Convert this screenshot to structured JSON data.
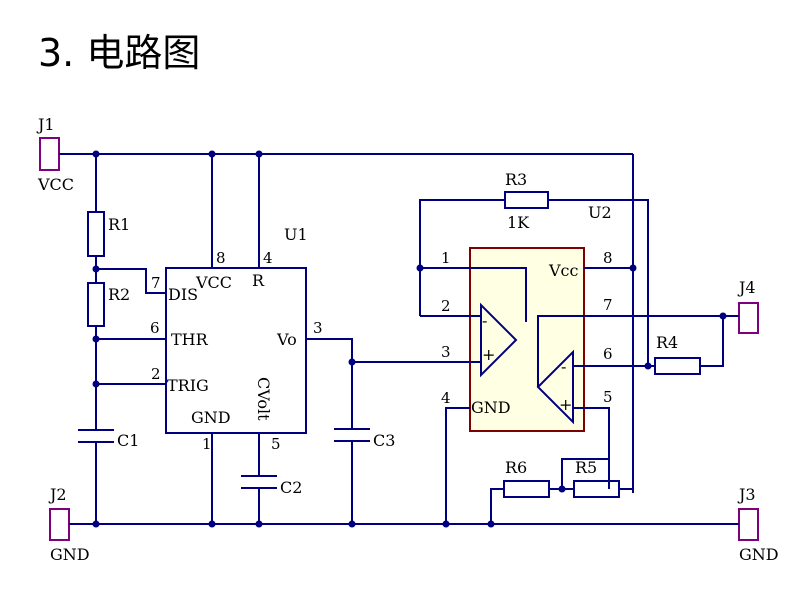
{
  "heading": "3. 电路图",
  "colors": {
    "wire": "#00007f",
    "connector": "#7f007f",
    "ic_outline": "#7f0000",
    "ic_fill": "#ffffe4",
    "text": "#000000"
  },
  "labels": {
    "j1": "J1",
    "j1_net": "VCC",
    "j2": "J2",
    "j2_net": "GND",
    "j3": "J3",
    "j3_net": "GND",
    "j4": "J4",
    "r1": "R1",
    "r2": "R2",
    "r3": "R3",
    "r3_value": "1K",
    "r4": "R4",
    "r5": "R5",
    "r6": "R6",
    "c1": "C1",
    "c2": "C2",
    "c3": "C3",
    "u1": "U1",
    "u2": "U2"
  },
  "u1": {
    "pin_dis": "DIS",
    "pin_vcc": "VCC",
    "pin_r": "R",
    "pin_thr": "THR",
    "pin_trig": "TRIG",
    "pin_gnd": "GND",
    "pin_vo": "Vo",
    "pin_cvolt": "CVolt",
    "pin_num_7": "7",
    "pin_num_8": "8",
    "pin_num_4": "4",
    "pin_num_6": "6",
    "pin_num_2": "2",
    "pin_num_3": "3",
    "pin_num_1": "1",
    "pin_num_5": "5"
  },
  "u2": {
    "pin_vcc": "Vcc",
    "pin_gnd": "GND",
    "opamp_a_minus": "-",
    "opamp_a_plus": "+",
    "opamp_b_minus": "-",
    "opamp_b_plus": "+",
    "pin_num_1": "1",
    "pin_num_2": "2",
    "pin_num_3": "3",
    "pin_num_4": "4",
    "pin_num_5": "5",
    "pin_num_6": "6",
    "pin_num_7": "7",
    "pin_num_8": "8"
  }
}
